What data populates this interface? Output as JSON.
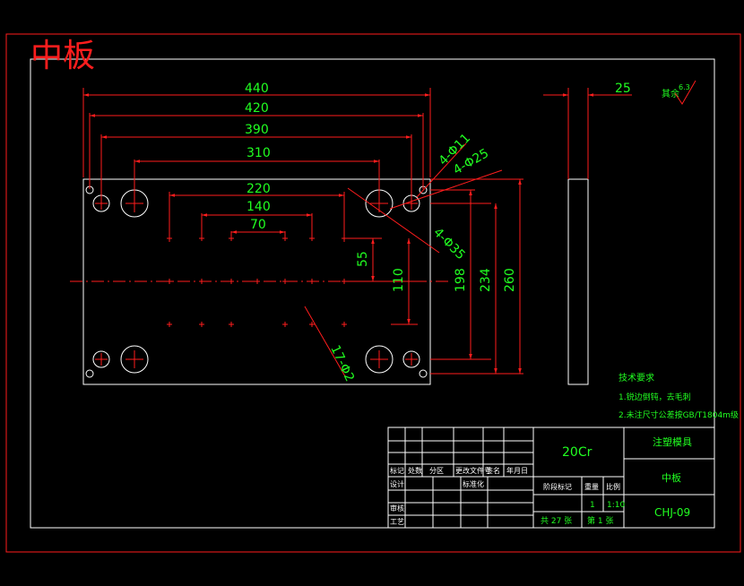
{
  "drawing": {
    "title": "中板",
    "colors": {
      "frame": "#ff1d1d",
      "dimension": "#ff1d1d",
      "text": "#21ff21",
      "outline": "#ffffff",
      "background": "#000000"
    }
  },
  "dimensions": {
    "d440": "440",
    "d420": "420",
    "d390": "390",
    "d310": "310",
    "d220": "220",
    "d140": "140",
    "d70": "70",
    "d55": "55",
    "d110": "110",
    "d198": "198",
    "d234": "234",
    "d260": "260",
    "d25": "25",
    "hole_11": "4-Φ11",
    "hole_25": "4-Φ25",
    "hole_35": "4-Φ35",
    "hole_12": "17-Φ2"
  },
  "surface": {
    "label": "其余",
    "value": "6.3"
  },
  "tech": {
    "heading": "技术要求",
    "line1": "1.锐边倒钝，去毛刺",
    "line2": "2.未注尺寸公差按GB/T1804m级"
  },
  "titleblock": {
    "material": "20Cr",
    "company": "注塑模具",
    "part_name": "中板",
    "drawing_no": "CHJ-09",
    "header_cells": [
      "标记",
      "处数",
      "分区",
      "更改文件号",
      "签名",
      "年月日"
    ],
    "design": "设计",
    "standard": "标准化",
    "review": "审核",
    "process": "工艺",
    "stage_label": "阶段标记",
    "weight_label": "重量",
    "scale_label": "比例",
    "qty": "1",
    "scale": "1:10",
    "sheets_total": "共 27 张",
    "sheet_no": "第 1 张"
  }
}
